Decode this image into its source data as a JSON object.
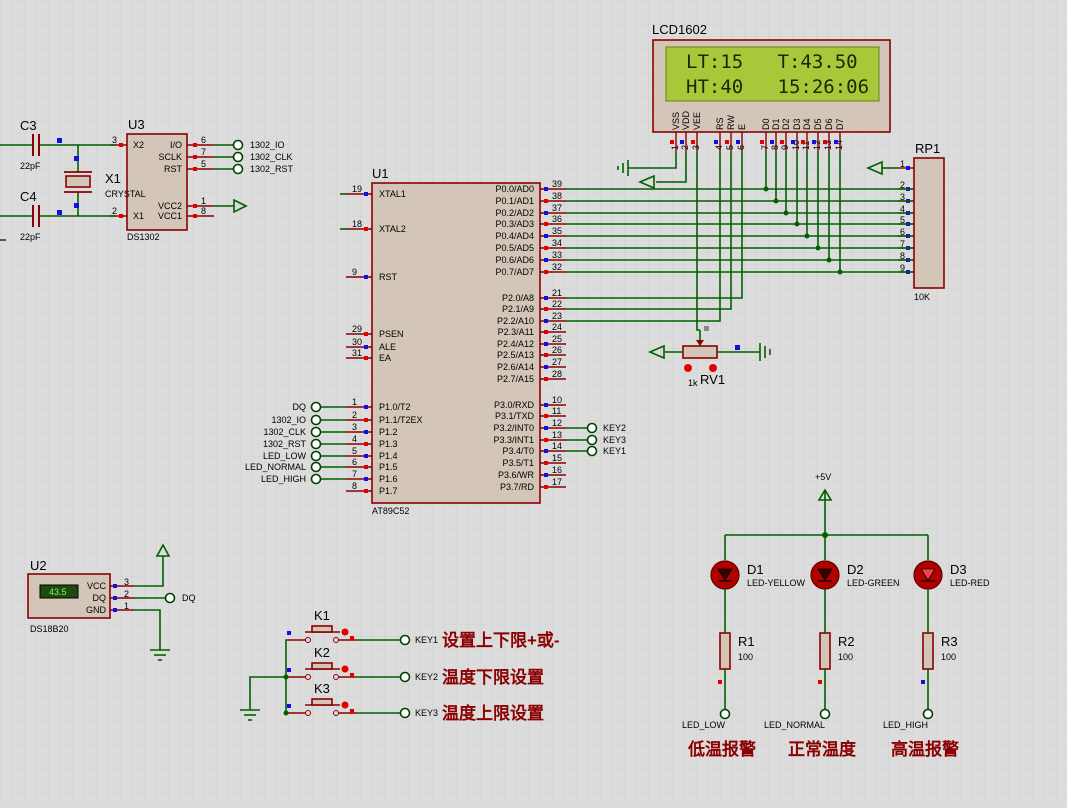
{
  "lcd": {
    "title": "LCD1602",
    "line1": "LT:15   T:43.50",
    "line2": "HT:40   15:26:06",
    "pins": [
      "VSS",
      "VDD",
      "VEE",
      "RS",
      "RW",
      "E",
      "D0",
      "D1",
      "D2",
      "D3",
      "D4",
      "D5",
      "D6",
      "D7"
    ],
    "pin_numbers": [
      "1",
      "2",
      "3",
      "4",
      "5",
      "6",
      "7",
      "8",
      "9",
      "10",
      "11",
      "12",
      "13",
      "14"
    ]
  },
  "u1": {
    "ref": "U1",
    "part": "AT89C52",
    "left_pins": [
      {
        "num": "19",
        "name": "XTAL1"
      },
      {
        "num": "18",
        "name": "XTAL2"
      },
      {
        "num": "9",
        "name": "RST"
      },
      {
        "num": "29",
        "name": "PSEN"
      },
      {
        "num": "30",
        "name": "ALE"
      },
      {
        "num": "31",
        "name": "EA"
      },
      {
        "num": "1",
        "name": "P1.0/T2"
      },
      {
        "num": "2",
        "name": "P1.1/T2EX"
      },
      {
        "num": "3",
        "name": "P1.2"
      },
      {
        "num": "4",
        "name": "P1.3"
      },
      {
        "num": "5",
        "name": "P1.4"
      },
      {
        "num": "6",
        "name": "P1.5"
      },
      {
        "num": "7",
        "name": "P1.6"
      },
      {
        "num": "8",
        "name": "P1.7"
      }
    ],
    "right_pins": [
      {
        "num": "39",
        "name": "P0.0/AD0"
      },
      {
        "num": "38",
        "name": "P0.1/AD1"
      },
      {
        "num": "37",
        "name": "P0.2/AD2"
      },
      {
        "num": "36",
        "name": "P0.3/AD3"
      },
      {
        "num": "35",
        "name": "P0.4/AD4"
      },
      {
        "num": "34",
        "name": "P0.5/AD5"
      },
      {
        "num": "33",
        "name": "P0.6/AD6"
      },
      {
        "num": "32",
        "name": "P0.7/AD7"
      },
      {
        "num": "21",
        "name": "P2.0/A8"
      },
      {
        "num": "22",
        "name": "P2.1/A9"
      },
      {
        "num": "23",
        "name": "P2.2/A10"
      },
      {
        "num": "24",
        "name": "P2.3/A11"
      },
      {
        "num": "25",
        "name": "P2.4/A12"
      },
      {
        "num": "26",
        "name": "P2.5/A13"
      },
      {
        "num": "27",
        "name": "P2.6/A14"
      },
      {
        "num": "28",
        "name": "P2.7/A15"
      },
      {
        "num": "10",
        "name": "P3.0/RXD"
      },
      {
        "num": "11",
        "name": "P3.1/TXD"
      },
      {
        "num": "12",
        "name": "P3.2/INT0"
      },
      {
        "num": "13",
        "name": "P3.3/INT1"
      },
      {
        "num": "14",
        "name": "P3.4/T0"
      },
      {
        "num": "15",
        "name": "P3.5/T1"
      },
      {
        "num": "16",
        "name": "P3.6/WR"
      },
      {
        "num": "17",
        "name": "P3.7/RD"
      }
    ],
    "p1_nets": [
      "DQ",
      "1302_IO",
      "1302_CLK",
      "1302_RST",
      "LED_LOW",
      "LED_NORMAL",
      "LED_HIGH"
    ],
    "p3_nets": [
      "KEY2",
      "KEY3",
      "KEY1"
    ]
  },
  "u3": {
    "ref": "U3",
    "part": "DS1302",
    "pins_left": [
      {
        "num": "3",
        "name": "X2"
      },
      {
        "num": "2",
        "name": "X1"
      }
    ],
    "pins_right": [
      {
        "num": "6",
        "name": "I/O"
      },
      {
        "num": "7",
        "name": "SCLK"
      },
      {
        "num": "5",
        "name": "RST"
      },
      {
        "num": "1",
        "name": "VCC2"
      },
      {
        "num": "8",
        "name": "VCC1"
      }
    ],
    "nets": [
      "1302_IO",
      "1302_CLK",
      "1302_RST"
    ]
  },
  "x1": {
    "ref": "X1",
    "part": "CRYSTAL"
  },
  "c3": {
    "ref": "C3",
    "value": "22pF"
  },
  "c4": {
    "ref": "C4",
    "value": "22pF"
  },
  "rp1": {
    "ref": "RP1",
    "value": "10K",
    "pins": [
      "1",
      "2",
      "3",
      "4",
      "5",
      "6",
      "7",
      "8",
      "9"
    ]
  },
  "rv1": {
    "ref": "RV1",
    "value": "1k"
  },
  "u2": {
    "ref": "U2",
    "part": "DS18B20",
    "display": "43.5",
    "pins": [
      {
        "num": "3",
        "name": "VCC"
      },
      {
        "num": "2",
        "name": "DQ"
      },
      {
        "num": "1",
        "name": "GND"
      }
    ],
    "net": "DQ"
  },
  "keys": [
    {
      "ref": "K1",
      "net": "KEY1",
      "desc": "设置上下限+或-"
    },
    {
      "ref": "K2",
      "net": "KEY2",
      "desc": "温度下限设置"
    },
    {
      "ref": "K3",
      "net": "KEY3",
      "desc": "温度上限设置"
    }
  ],
  "power": {
    "label": "+5V"
  },
  "leds": [
    {
      "ref": "D1",
      "part": "LED-YELLOW",
      "res_ref": "R1",
      "res_val": "100",
      "net": "LED_LOW",
      "desc": "低温报警"
    },
    {
      "ref": "D2",
      "part": "LED-GREEN",
      "res_ref": "R2",
      "res_val": "100",
      "net": "LED_NORMAL",
      "desc": "正常温度"
    },
    {
      "ref": "D3",
      "part": "LED-RED",
      "res_ref": "R3",
      "res_val": "100",
      "net": "LED_HIGH",
      "desc": "高温报警"
    }
  ]
}
